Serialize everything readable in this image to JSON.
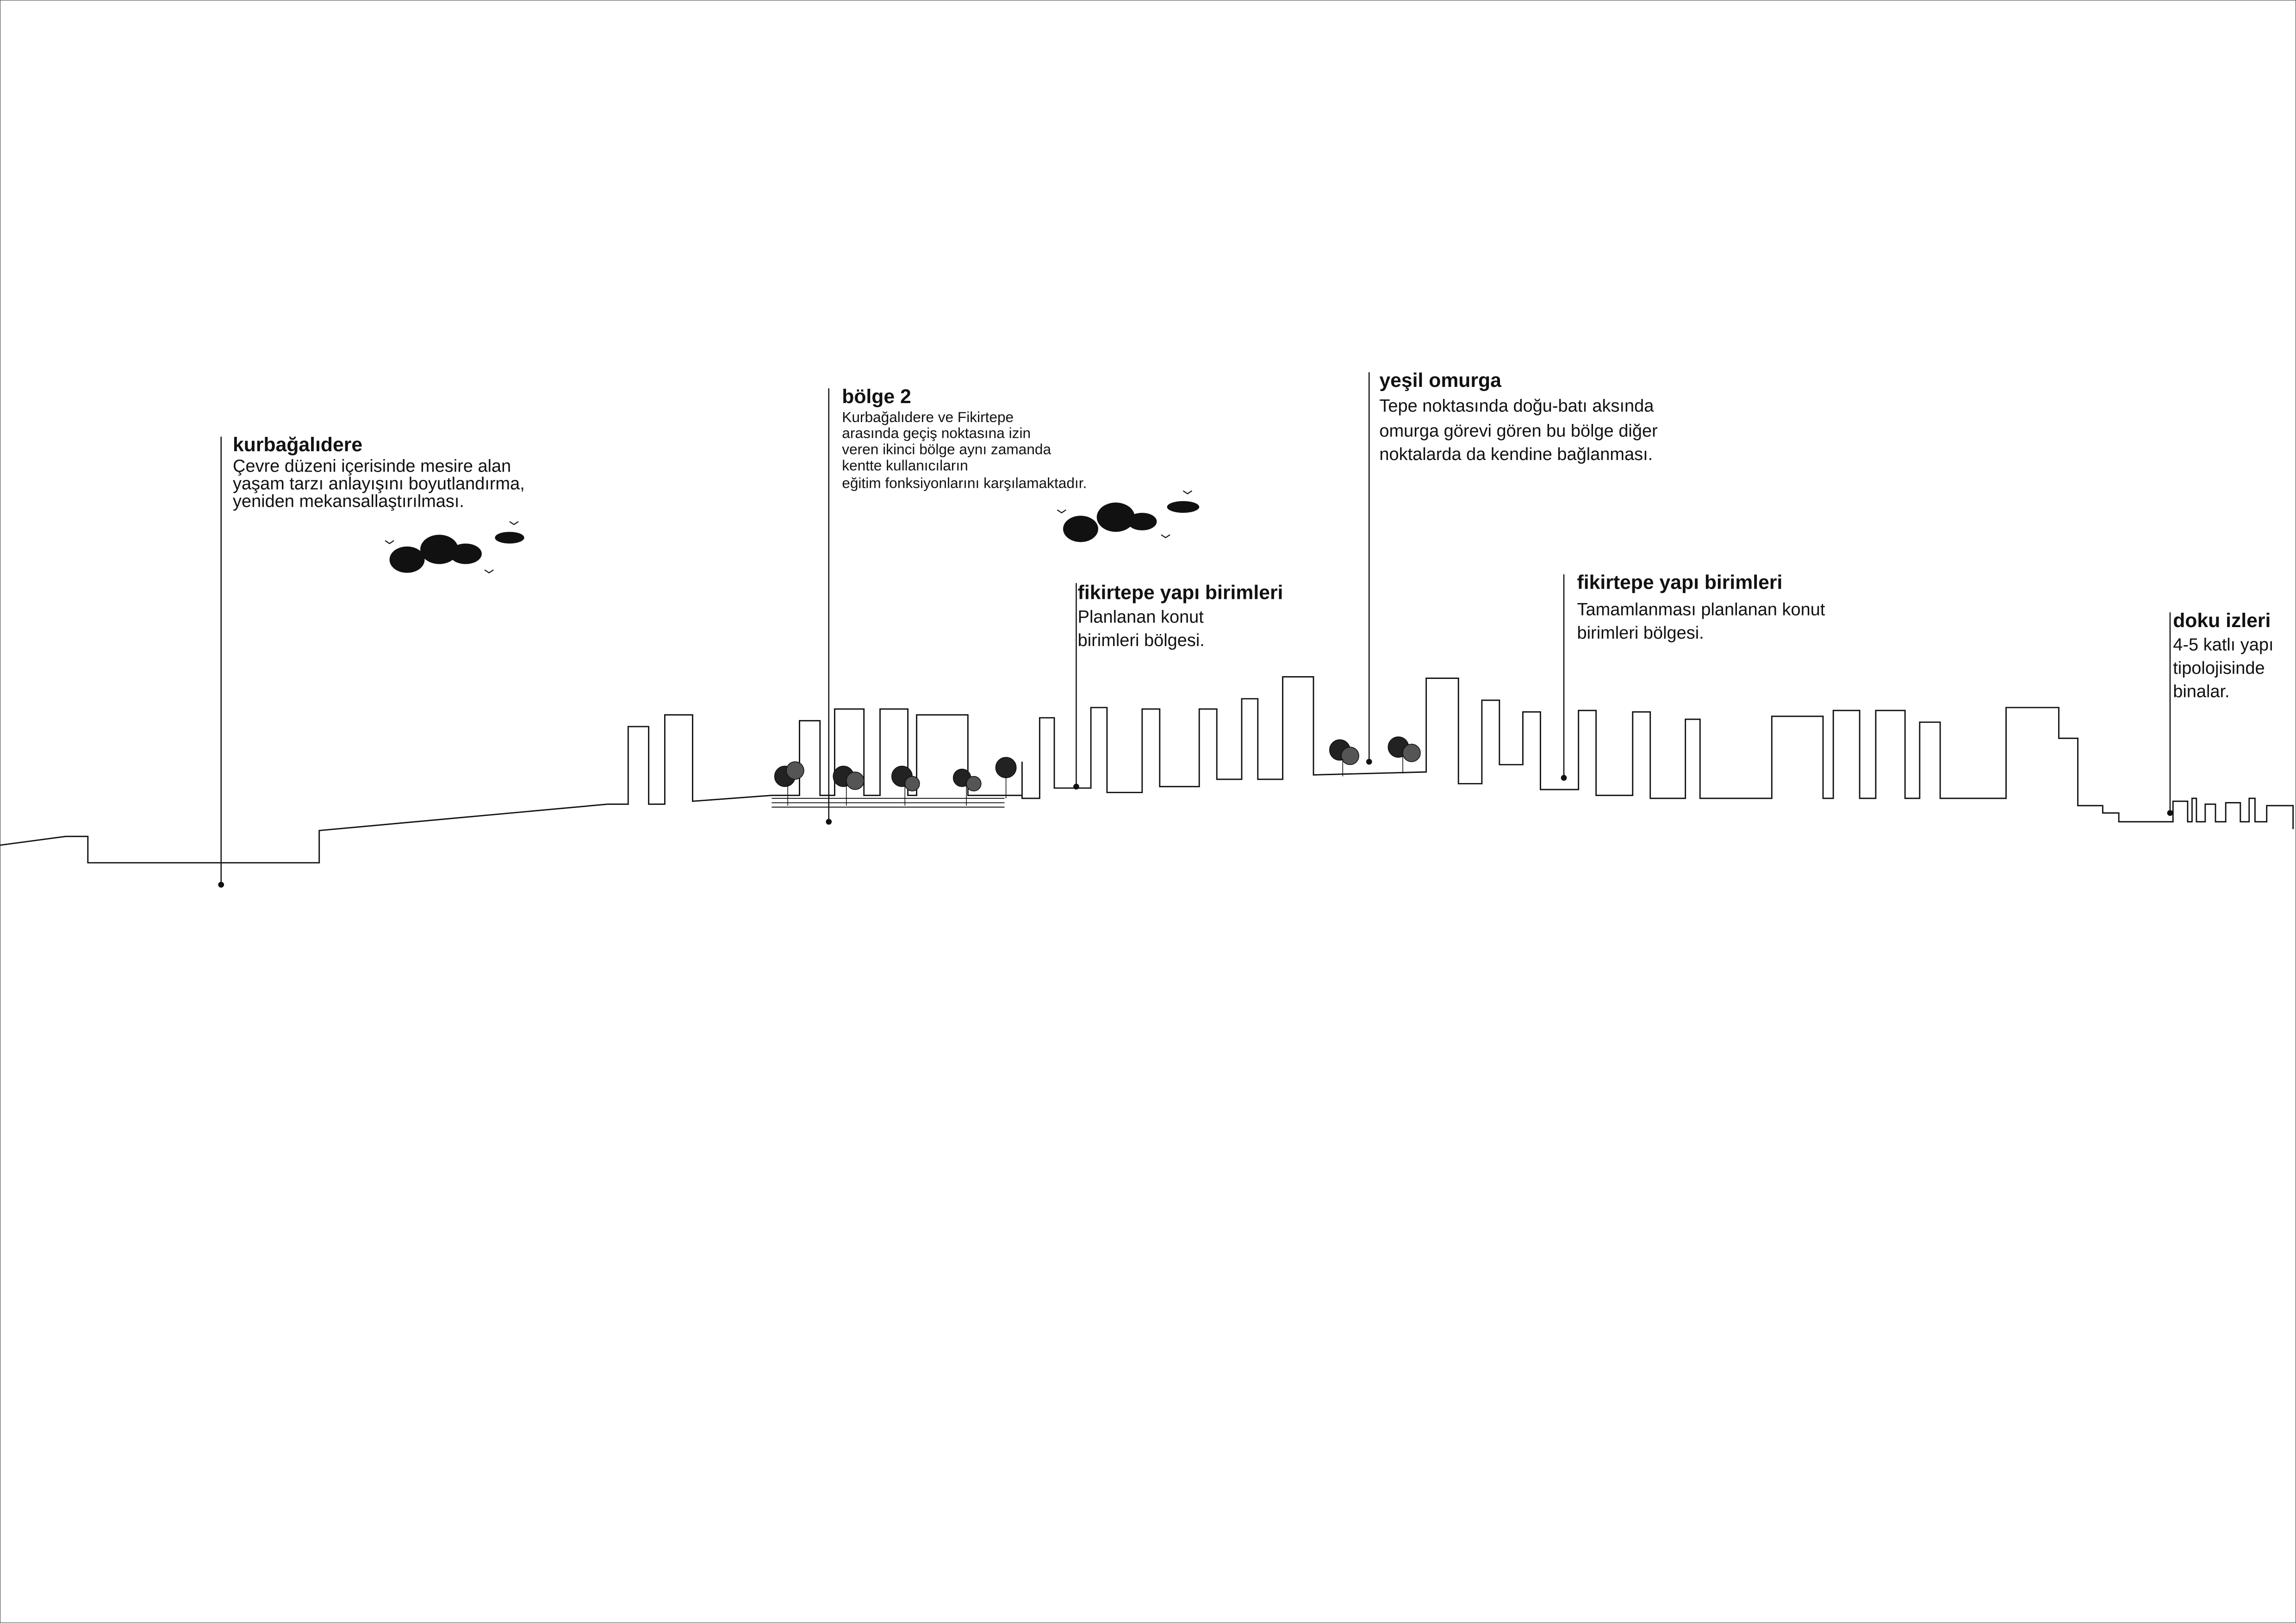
{
  "annotations": {
    "kurbagalidere": {
      "title": "kurbağalıdere",
      "lines": [
        "Çevre düzeni içerisinde mesire alan",
        "yaşam tarzı anlayışını boyutlandırma,",
        "yeniden mekansallaştırılması."
      ]
    },
    "bolge2": {
      "title": "bölge 2",
      "lines": [
        "Kurbağalıdere ve Fikirtepe",
        "arasında geçiş noktasına izin",
        "veren ikinci bölge aynı zamanda",
        "kentte kullanıcıların",
        "eğitim fonksiyonlarını karşılamaktadır."
      ]
    },
    "fikirtepe1": {
      "title": "fikirtepe yapı birimleri",
      "lines": [
        "Planlanan konut",
        "birimleri bölgesi."
      ]
    },
    "yesil_omurga": {
      "title": "yeşil omurga",
      "lines": [
        "Tepe noktasında doğu-batı aksında",
        "omurga görevi gören bu bölge diğer",
        "noktalarda da kendine bağlanması."
      ]
    },
    "fikirtepe2": {
      "title": "fikirtepe yapı birimleri",
      "lines": [
        "Tamamlanması planlanan konut",
        "birimleri bölgesi."
      ]
    },
    "doku_izleri": {
      "title": "doku izleri",
      "lines": [
        "4-5 katlı yapı",
        "tipolojisinde",
        "binalar."
      ]
    }
  }
}
